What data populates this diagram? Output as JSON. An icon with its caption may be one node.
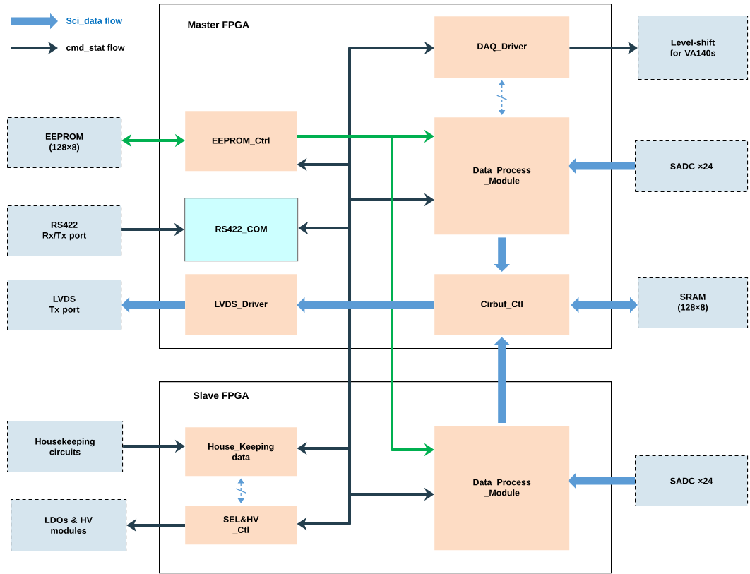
{
  "diagram": {
    "nodes": [
      {
        "text": [
          "Master FPGA"
        ]
      },
      {
        "text": [
          "EEPROM_Ctrl"
        ],
        "in": 0
      },
      {
        "text": [
          "RS422_COM"
        ],
        "in": 0
      },
      {
        "text": [
          "LVDS_Driver"
        ],
        "in": 0
      },
      {
        "text": [
          "DAQ_Driver"
        ],
        "in": 0
      },
      {
        "text": [
          "Data_Process _Module"
        ],
        "in": 0
      },
      {
        "text": [
          "Cirbuf_Ctl"
        ],
        "in": 0
      },
      {
        "text": [
          "Slave FPGA"
        ]
      },
      {
        "text": [
          "House_Keeping data"
        ],
        "in": 7
      },
      {
        "text": [
          "SEL&HV _Ctl"
        ],
        "in": 7
      },
      {
        "text": [
          "Data_Process _Module"
        ],
        "in": 7
      },
      {
        "text": [
          "EEPROM (128×8)"
        ]
      },
      {
        "text": [
          "RS422 Rx/Tx port"
        ]
      },
      {
        "text": [
          "LVDS Tx port"
        ]
      },
      {
        "text": [
          "Level-shift for VA140s"
        ]
      },
      {
        "text": [
          "SADC ×24"
        ]
      },
      {
        "text": [
          "SRAM (128×8)"
        ]
      },
      {
        "text": [
          "Housekeeping circuits"
        ]
      },
      {
        "text": [
          "LDOs & HV modules"
        ]
      },
      {
        "text": [
          "SADC ×24"
        ]
      }
    ],
    "edges": [
      {
        "from": null,
        "to": 4,
        "arrow": "to"
      },
      {
        "from": null,
        "to": 1,
        "arrow": "to"
      },
      {
        "from": null,
        "to": 5,
        "arrow": "to"
      },
      {
        "from": null,
        "to": 2,
        "arrow": "to"
      },
      {
        "from": null,
        "to": 8,
        "arrow": "to"
      },
      {
        "from": null,
        "to": 10,
        "arrow": "to"
      },
      {
        "from": null,
        "to": 9,
        "arrow": "to"
      },
      {
        "from": 11,
        "to": 1,
        "arrow": "both",
        "color": "#00b050"
      },
      {
        "from": 1,
        "to": 5,
        "arrow": "to",
        "color": "#00b050"
      },
      {
        "from": 1,
        "to": 10,
        "arrow": "to",
        "color": "#00b050"
      },
      {
        "from": 12,
        "to": 2,
        "arrow": "to"
      },
      {
        "from": 3,
        "to": 13,
        "arrow": "to",
        "style": "thick",
        "color": "#5b9bd5"
      },
      {
        "from": 6,
        "to": 3,
        "arrow": "to",
        "style": "thick",
        "color": "#5b9bd5"
      },
      {
        "from": 4,
        "to": 14,
        "arrow": "to"
      },
      {
        "from": 4,
        "to": 5,
        "arrow": "both",
        "style": "dashed",
        "color": "#5b9bd5"
      },
      {
        "from": 15,
        "to": 5,
        "arrow": "to",
        "style": "thick",
        "color": "#5b9bd5"
      },
      {
        "from": 5,
        "to": 6,
        "arrow": "to",
        "style": "thick",
        "color": "#5b9bd5"
      },
      {
        "from": 6,
        "to": 16,
        "arrow": "both",
        "style": "thick",
        "color": "#5b9bd5"
      },
      {
        "from": 10,
        "to": 6,
        "arrow": "to",
        "style": "thick",
        "color": "#5b9bd5"
      },
      {
        "from": 17,
        "to": 8,
        "arrow": "to"
      },
      {
        "from": 8,
        "to": 9,
        "arrow": "both",
        "style": "dashed",
        "color": "#5b9bd5"
      },
      {
        "from": 9,
        "to": 18,
        "arrow": "to"
      },
      {
        "from": 19,
        "to": 10,
        "arrow": "to",
        "style": "thick",
        "color": "#5b9bd5"
      }
    ],
    "legend": [
      {
        "text": "Sci_data flow"
      },
      {
        "text": "cmd_stat flow"
      }
    ]
  }
}
